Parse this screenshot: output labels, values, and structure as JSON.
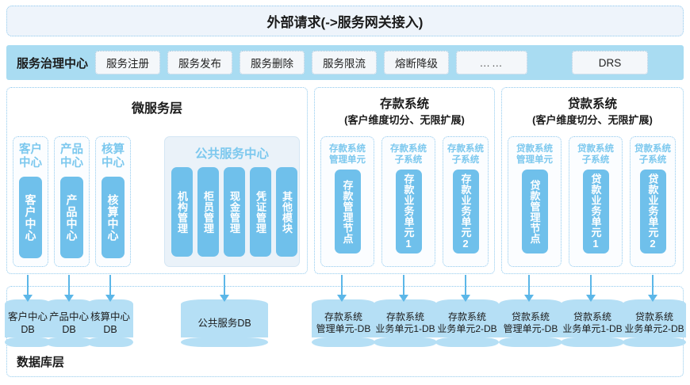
{
  "banner": {
    "text": "外部请求(->服务网关接入)"
  },
  "governance": {
    "title": "服务治理中心",
    "buttons": [
      {
        "label": "服务注册",
        "style": "std"
      },
      {
        "label": "服务发布",
        "style": "std"
      },
      {
        "label": "服务删除",
        "style": "std"
      },
      {
        "label": "服务限流",
        "style": "std"
      },
      {
        "label": "熔断降级",
        "style": "std"
      },
      {
        "label": "……",
        "style": "dots"
      },
      {
        "label": "DRS",
        "style": "drs"
      }
    ]
  },
  "microservice_layer": {
    "title": "微服务层",
    "centers": [
      {
        "head": "客户\n中心",
        "block": "客户中心"
      },
      {
        "head": "产品\n中心",
        "block": "产品中心"
      },
      {
        "head": "核算\n中心",
        "block": "核算中心"
      }
    ],
    "public_center": {
      "title": "公共服务中心",
      "modules": [
        "机构管理",
        "柜员管理",
        "现金管理",
        "凭证管理",
        "其他模块"
      ]
    }
  },
  "deposit_system": {
    "title": "存款系统",
    "subtitle": "(客户维度切分、无限扩展)",
    "units": [
      {
        "head": "存款系统\n管理单元",
        "block": "存款管理节点"
      },
      {
        "head": "存款系统\n子系统",
        "block": "存款业务单元1"
      },
      {
        "head": "存款系统\n子系统",
        "block": "存款业务单元2"
      }
    ]
  },
  "loan_system": {
    "title": "贷款系统",
    "subtitle": "(客户维度切分、无限扩展)",
    "units": [
      {
        "head": "贷款系统\n管理单元",
        "block": "贷款管理节点"
      },
      {
        "head": "贷款系统\n子系统",
        "block": "贷款业务单元1"
      },
      {
        "head": "贷款系统\n子系统",
        "block": "贷款业务单元2"
      }
    ]
  },
  "database_layer": {
    "label": "数据库层",
    "databases": [
      {
        "label": "客户中心\nDB"
      },
      {
        "label": "产品中心\nDB"
      },
      {
        "label": "核算中心\nDB"
      },
      {
        "label": "公共服务DB"
      },
      {
        "label": "存款系统\n管理单元-DB"
      },
      {
        "label": "存款系统\n业务单元1-DB"
      },
      {
        "label": "存款系统\n业务单元2-DB"
      },
      {
        "label": "贷款系统\n管理单元-DB"
      },
      {
        "label": "贷款系统\n业务单元1-DB"
      },
      {
        "label": "贷款系统\n业务单元2-DB"
      }
    ]
  },
  "colors": {
    "banner_bg": "#eef4fb",
    "governance_bg": "#a9dcf2",
    "block_blue": "#6fc0eb",
    "db_blue": "#b5dff5",
    "arrow_blue": "#5cb7e8",
    "border_dotted": "#8fc9ee",
    "head_text": "#7cc8ee"
  }
}
